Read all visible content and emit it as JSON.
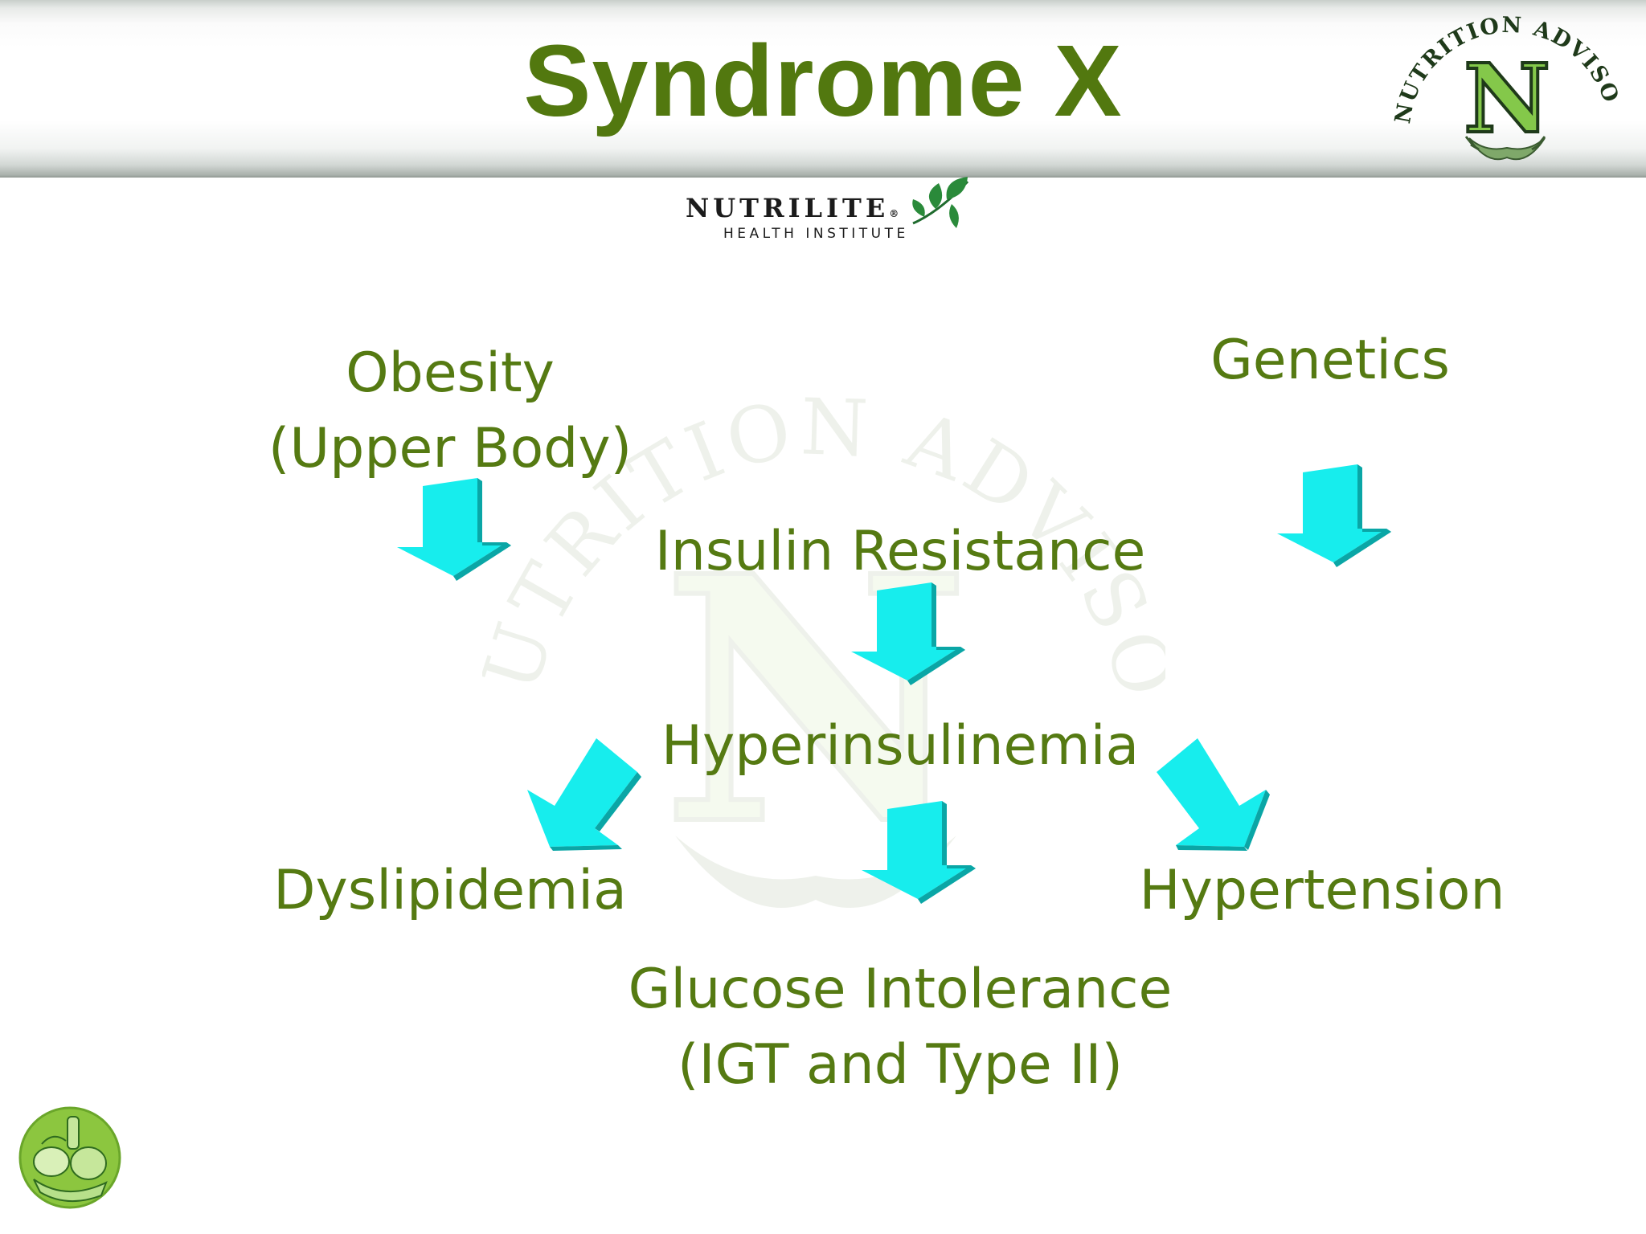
{
  "slide": {
    "title": "Syndrome X",
    "brand_badge": {
      "icon": "nutrition-advisor-seal",
      "text": "NUTRITION ADVISOR",
      "letter": "N"
    },
    "sponsor_logo": {
      "name": "NUTRILITE",
      "registered_mark": "®",
      "subtitle": "HEALTH INSTITUTE",
      "icon": "leaf-icon"
    },
    "watermark": {
      "icon": "nutrition-advisor-watermark",
      "text": "NUTRITION ADVISOR",
      "letter": "N"
    },
    "footer_icon": "food-basket-icon"
  },
  "diagram": {
    "nodes": {
      "obesity": {
        "line1": "Obesity",
        "line2": "(Upper Body)"
      },
      "genetics": {
        "line1": "Genetics"
      },
      "insulin_resistance": {
        "line1": "Insulin Resistance"
      },
      "hyperinsulinemia": {
        "line1": "Hyperinsulinemia"
      },
      "dyslipidemia": {
        "line1": "Dyslipidemia"
      },
      "hypertension": {
        "line1": "Hypertension"
      },
      "glucose_intolerance": {
        "line1": "Glucose Intolerance",
        "line2": "(IGT and Type II)"
      }
    },
    "edges": [
      {
        "from": "Obesity (Upper Body)",
        "to": "Insulin Resistance",
        "direction": "down"
      },
      {
        "from": "Genetics",
        "to": "Insulin Resistance",
        "direction": "down"
      },
      {
        "from": "Insulin Resistance",
        "to": "Hyperinsulinemia",
        "direction": "down"
      },
      {
        "from": "Hyperinsulinemia",
        "to": "Dyslipidemia",
        "direction": "down-left"
      },
      {
        "from": "Hyperinsulinemia",
        "to": "Glucose Intolerance (IGT and Type II)",
        "direction": "down"
      },
      {
        "from": "Hyperinsulinemia",
        "to": "Hypertension",
        "direction": "down-right"
      }
    ],
    "arrow_color": "#19f0f0",
    "text_color": "#557a12"
  }
}
